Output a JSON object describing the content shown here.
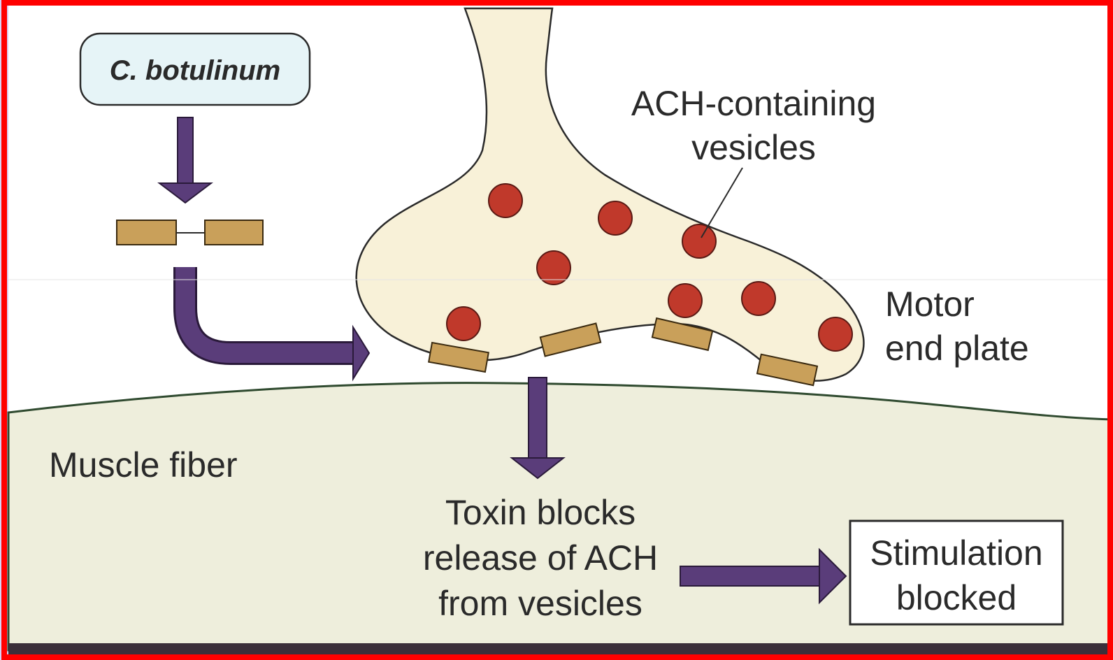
{
  "labels": {
    "organism": "C. botulinum",
    "vesicles_line1": "ACH-containing",
    "vesicles_line2": "vesicles",
    "end_plate_line1": "Motor",
    "end_plate_line2": "end plate",
    "muscle": "Muscle fiber",
    "toxin_line1": "Toxin blocks",
    "toxin_line2": "release of ACH",
    "toxin_line3": "from vesicles",
    "result_line1": "Stimulation",
    "result_line2": "blocked"
  },
  "colors": {
    "frame_border": "#ff0000",
    "page_bg": "#d9d3f7",
    "diagram_bg": "#ffffff",
    "muscle_fill": "#eeeedc",
    "terminal_fill": "#f8f1d8",
    "vesicle": "#c0392b",
    "toxin_block": "#c9a05a",
    "arrow": "#5a3d7a",
    "organism_box": "#e6f4f7"
  }
}
